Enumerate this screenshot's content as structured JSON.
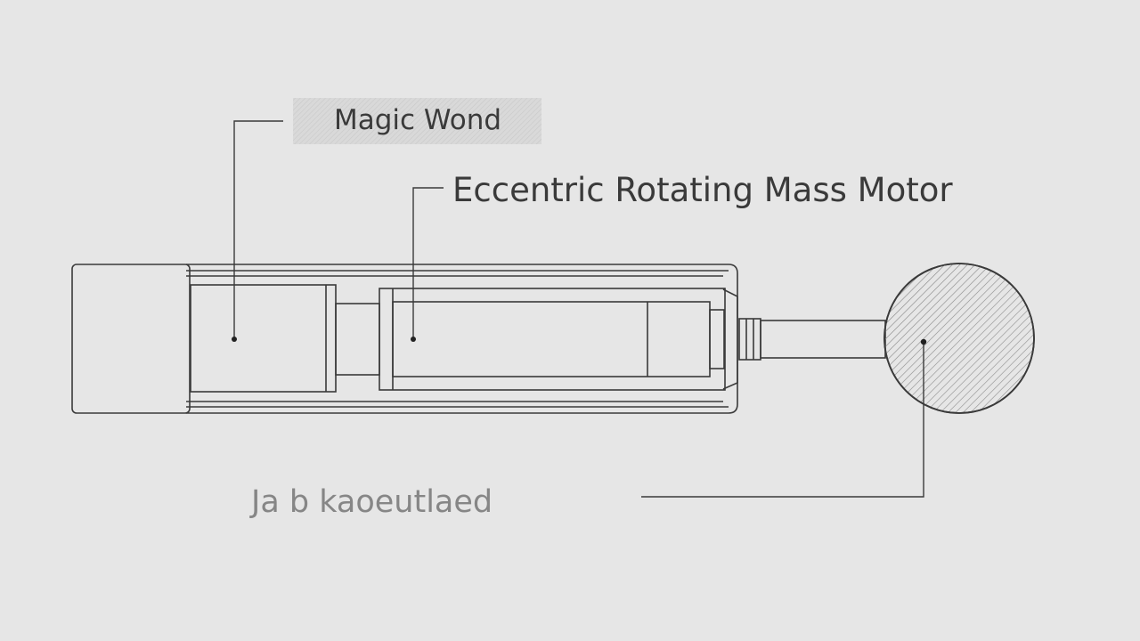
{
  "labels": {
    "wand": "Magic Wond",
    "motor": "Eccentric Rotating Mass Motor",
    "head": "Ja b kaoeutlaed"
  },
  "colors": {
    "background": "#e6e6e6",
    "line": "#3a3a3a",
    "label_box": "#d9d9d9",
    "hatch": "#8a8a8a"
  }
}
